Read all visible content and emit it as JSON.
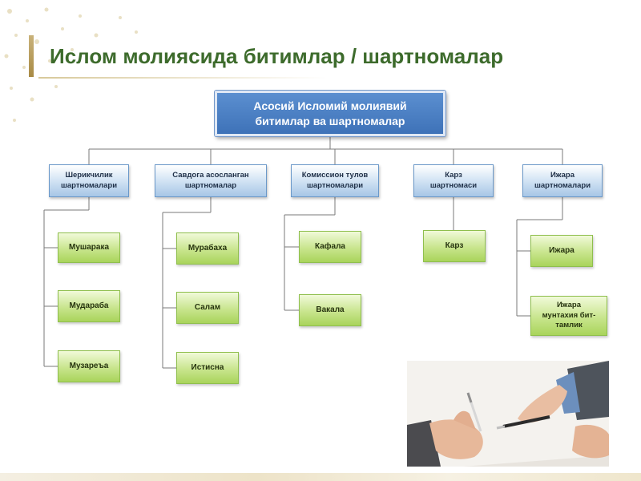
{
  "title": "Ислом молиясида битимлар / шартномалар",
  "root": {
    "line1": "Асосий Исломий молиявий",
    "line2": "битимлар ва шартномалар"
  },
  "categories": [
    {
      "line1": "Шерикчилик",
      "line2": "шартномалари",
      "leaves": [
        "Мушарака",
        "Мудараба",
        "Музареъа"
      ]
    },
    {
      "line1": "Савдога асосланган",
      "line2": "шартномалар",
      "leaves": [
        "Мурабаха",
        "Салам",
        "Истисна"
      ]
    },
    {
      "line1": "Комиссион тулов",
      "line2": "шартномалари",
      "leaves": [
        "Кафала",
        "Вакала"
      ]
    },
    {
      "line1": "Карз",
      "line2": "шартномаси",
      "leaves": [
        "Карз"
      ]
    },
    {
      "line1": "Ижара",
      "line2": "шартномалари",
      "leaves": [
        "Ижара",
        "Ижара",
        "мунтахия бит-",
        "тамлик"
      ]
    }
  ],
  "colors": {
    "title": "#3d6b2c",
    "root_fill": "#4a7fc4",
    "category_fill": "#c2d9ef",
    "leaf_fill": "#bde07a",
    "connector": "#7a7a7a"
  },
  "icons": [
    "hands-contract-photo"
  ]
}
